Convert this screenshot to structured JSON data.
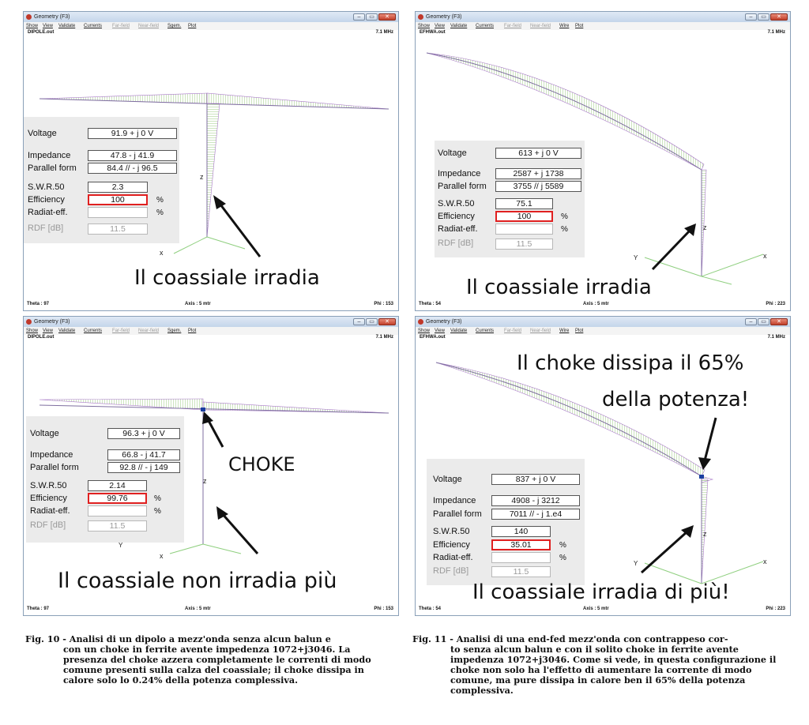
{
  "windows": [
    {
      "title": "Geometry  (F3)",
      "menu": [
        {
          "label": "Show",
          "dim": false
        },
        {
          "label": "View",
          "dim": false
        },
        {
          "label": "Validate",
          "dim": false
        },
        {
          "label": "Currents",
          "dim": false
        },
        {
          "label": "Far-field",
          "dim": true
        },
        {
          "label": "Near-field",
          "dim": true
        },
        {
          "label": "Sgem.",
          "dim": false
        },
        {
          "label": "Plot",
          "dim": false
        }
      ],
      "file": "DIPOLE.out",
      "freq": "7.1 MHz",
      "theta": "Theta : 97",
      "axis": "Axis : 5 mtr",
      "phi": "Phi : 153",
      "voltage": "91.9 + j 0 V",
      "impedance": "47.8 - j 41.9",
      "parallel": "84.4 // - j 96.5",
      "swr": "2.3",
      "efficiency": "100",
      "radiat": "",
      "rdf": "11.5",
      "axis_labels": {
        "z": "z",
        "x": "x",
        "y": ""
      },
      "annotations": [
        {
          "text": "Il coassiale irradia"
        }
      ]
    },
    {
      "title": "Geometry  (F3)",
      "menu": [
        {
          "label": "Show",
          "dim": false
        },
        {
          "label": "View",
          "dim": false
        },
        {
          "label": "Validate",
          "dim": false
        },
        {
          "label": "Currents",
          "dim": false
        },
        {
          "label": "Far-field",
          "dim": true
        },
        {
          "label": "Near-field",
          "dim": true
        },
        {
          "label": "Wire",
          "dim": false
        },
        {
          "label": "Plot",
          "dim": false
        }
      ],
      "file": "EFHWA.out",
      "freq": "7.1 MHz",
      "theta": "Theta : 54",
      "axis": "Axis : 5 mtr",
      "phi": "Phi : 223",
      "voltage": "613 + j 0 V",
      "impedance": "2587 + j 1738",
      "parallel": "3755 // j 5589",
      "swr": "75.1",
      "efficiency": "100",
      "radiat": "",
      "rdf": "11.5",
      "axis_labels": {
        "z": "z",
        "x": "x",
        "y": "Y"
      },
      "annotations": [
        {
          "text": "Il coassiale irradia"
        }
      ]
    },
    {
      "title": "Geometry  (F3)",
      "menu": [
        {
          "label": "Show",
          "dim": false
        },
        {
          "label": "View",
          "dim": false
        },
        {
          "label": "Validate",
          "dim": false
        },
        {
          "label": "Currents",
          "dim": false
        },
        {
          "label": "Far-field",
          "dim": true
        },
        {
          "label": "Near-field",
          "dim": true
        },
        {
          "label": "Sgem.",
          "dim": false
        },
        {
          "label": "Plot",
          "dim": false
        }
      ],
      "file": "DIPOLE.out",
      "freq": "7.1 MHz",
      "theta": "Theta : 97",
      "axis": "Axis : 5 mtr",
      "phi": "Phi : 153",
      "voltage": "96.3 + j 0 V",
      "impedance": "66.8 - j 41.7",
      "parallel": "92.8 // - j 149",
      "swr": "2.14",
      "efficiency": "99.76",
      "radiat": "",
      "rdf": "11.5",
      "axis_labels": {
        "z": "z",
        "x": "x",
        "y": "Y"
      },
      "annotations": [
        {
          "text": "CHOKE"
        },
        {
          "text": "Il coassiale non irradia più"
        }
      ]
    },
    {
      "title": "Geometry  (F3)",
      "menu": [
        {
          "label": "Show",
          "dim": false
        },
        {
          "label": "View",
          "dim": false
        },
        {
          "label": "Validate",
          "dim": false
        },
        {
          "label": "Currents",
          "dim": false
        },
        {
          "label": "Far-field",
          "dim": true
        },
        {
          "label": "Near-field",
          "dim": true
        },
        {
          "label": "Wire",
          "dim": false
        },
        {
          "label": "Plot",
          "dim": false
        }
      ],
      "file": "EFHWA.out",
      "freq": "7.1 MHz",
      "theta": "Theta : 54",
      "axis": "Axis : 5 mtr",
      "phi": "Phi : 223",
      "voltage": "837 + j 0 V",
      "impedance": "4908 - j 3212",
      "parallel": "7011 // - j 1.e4",
      "swr": "140",
      "efficiency": "35.01",
      "radiat": "",
      "rdf": "11.5",
      "axis_labels": {
        "z": "z",
        "x": "x",
        "y": "Y"
      },
      "annotations": [
        {
          "text": "Il choke dissipa il 65%"
        },
        {
          "text": "della potenza!"
        },
        {
          "text": "Il coassiale irradia di più!"
        }
      ]
    }
  ],
  "panel_labels": {
    "voltage": "Voltage",
    "impedance": "Impedance",
    "parallel": "Parallel form",
    "swr": "S.W.R.50",
    "efficiency": "Efficiency",
    "radiat": "Radiat-eff.",
    "rdf": "RDF [dB]",
    "percent": "%"
  },
  "window_buttons": {
    "minimize": "–",
    "maximize": "▭",
    "close": "✕"
  },
  "colors": {
    "current_hatch": "#6fb34a",
    "current_outline": "#a878c8",
    "wire": "#7f6fa0",
    "axis": "#8fcf7f",
    "highlight": "#e02020",
    "choke": "#1a3fa0"
  },
  "captions": [
    {
      "head": "Fig. 10 - Analisi di un dipolo a mezz'onda senza alcun balun e",
      "body": "con un choke in ferrite avente impedenza 1072+j3046. La presenza del choke azzera completamente le correnti di modo comune presenti sulla calza del coassiale; il choke dissipa in calore solo lo 0.24% della potenza complessiva."
    },
    {
      "head": "Fig. 11 - Analisi di una end-fed mezz'onda con contrappeso cor-",
      "body": "to senza alcun balun e con il solito choke in ferrite avente impedenza 1072+j3046. Come si vede, in questa configurazione il choke non solo ha l'effetto di aumentare la corrente di modo comune, ma pure dissipa in calore ben il 65% della potenza complessiva."
    }
  ]
}
